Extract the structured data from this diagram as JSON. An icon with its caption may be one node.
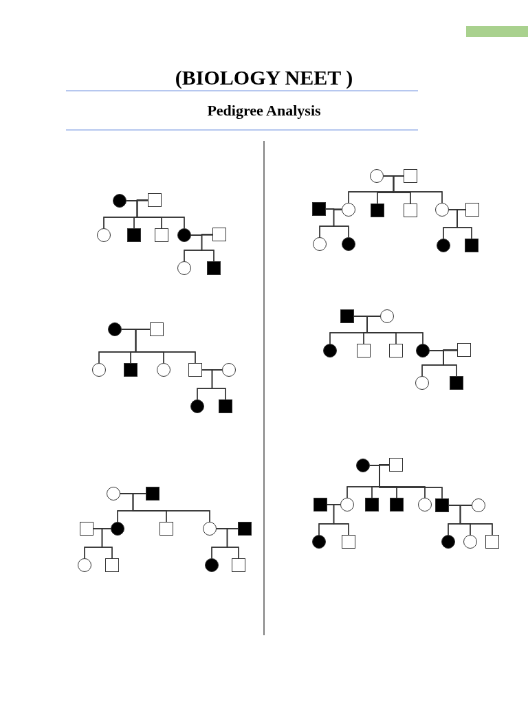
{
  "diagram": {
    "title": "(BIOLOGY NEET )",
    "labels": [
      "Pedigree Analysis"
    ],
    "nodes": [
      {
        "text": [],
        "shape": "disc"
      },
      {
        "text": [],
        "shape": "box"
      },
      {
        "text": [],
        "shape": "circle"
      },
      {
        "text": [],
        "shape": "block"
      },
      {
        "text": [],
        "shape": "box"
      },
      {
        "text": [],
        "shape": "disc"
      },
      {
        "text": [],
        "shape": "box"
      },
      {
        "text": [],
        "shape": "circle"
      },
      {
        "text": [],
        "shape": "block"
      },
      {
        "text": [],
        "shape": "disc"
      },
      {
        "text": [],
        "shape": "box"
      },
      {
        "text": [],
        "shape": "circle"
      },
      {
        "text": [],
        "shape": "block"
      },
      {
        "text": [],
        "shape": "circle"
      },
      {
        "text": [],
        "shape": "box"
      },
      {
        "text": [],
        "shape": "circle"
      },
      {
        "text": [],
        "shape": "disc"
      },
      {
        "text": [],
        "shape": "block"
      },
      {
        "text": [],
        "shape": "circle"
      },
      {
        "text": [],
        "shape": "block"
      },
      {
        "text": [],
        "shape": "box"
      },
      {
        "text": [],
        "shape": "disc"
      },
      {
        "text": [],
        "shape": "box"
      },
      {
        "text": [],
        "shape": "circle"
      },
      {
        "text": [],
        "shape": "block"
      },
      {
        "text": [],
        "shape": "circle"
      },
      {
        "text": [],
        "shape": "box"
      },
      {
        "text": [],
        "shape": "disc"
      },
      {
        "text": [],
        "shape": "box"
      },
      {
        "text": [],
        "shape": "circle"
      },
      {
        "text": [],
        "shape": "box"
      },
      {
        "text": [],
        "shape": "block"
      },
      {
        "text": [],
        "shape": "circle"
      },
      {
        "text": [],
        "shape": "block"
      },
      {
        "text": [],
        "shape": "box"
      },
      {
        "text": [],
        "shape": "circle"
      },
      {
        "text": [],
        "shape": "box"
      },
      {
        "text": [],
        "shape": "circle"
      },
      {
        "text": [],
        "shape": "disc"
      },
      {
        "text": [],
        "shape": "disc"
      },
      {
        "text": [],
        "shape": "block"
      },
      {
        "text": [],
        "shape": "block"
      },
      {
        "text": [],
        "shape": "circle"
      },
      {
        "text": [],
        "shape": "disc"
      },
      {
        "text": [],
        "shape": "box"
      },
      {
        "text": [],
        "shape": "box"
      },
      {
        "text": [],
        "shape": "disc"
      },
      {
        "text": [],
        "shape": "box"
      },
      {
        "text": [],
        "shape": "circle"
      },
      {
        "text": [],
        "shape": "block"
      },
      {
        "text": [],
        "shape": "disc"
      },
      {
        "text": [],
        "shape": "box"
      },
      {
        "text": [],
        "shape": "block"
      },
      {
        "text": [],
        "shape": "circle"
      },
      {
        "text": [],
        "shape": "block"
      },
      {
        "text": [],
        "shape": "block"
      },
      {
        "text": [],
        "shape": "circle"
      },
      {
        "text": [],
        "shape": "block"
      },
      {
        "text": [],
        "shape": "circle"
      },
      {
        "text": [],
        "shape": "disc"
      },
      {
        "text": [],
        "shape": "box"
      },
      {
        "text": [],
        "shape": "disc"
      },
      {
        "text": [],
        "shape": "circle"
      },
      {
        "text": [],
        "shape": "box"
      }
    ],
    "edges": [
      {
        "from": 0,
        "to": 1,
        "arrow": "none"
      },
      {
        "from": 0,
        "to": 2,
        "arrow": "none"
      },
      {
        "from": 1,
        "to": 2,
        "arrow": "none"
      },
      {
        "from": 0,
        "to": 3,
        "arrow": "none"
      },
      {
        "from": 1,
        "to": 3,
        "arrow": "none"
      },
      {
        "from": 0,
        "to": 4,
        "arrow": "none"
      },
      {
        "from": 1,
        "to": 4,
        "arrow": "none"
      },
      {
        "from": 0,
        "to": 5,
        "arrow": "none"
      },
      {
        "from": 1,
        "to": 5,
        "arrow": "none"
      },
      {
        "from": 5,
        "to": 6,
        "arrow": "none"
      },
      {
        "from": 5,
        "to": 7,
        "arrow": "none"
      },
      {
        "from": 6,
        "to": 7,
        "arrow": "none"
      },
      {
        "from": 5,
        "to": 8,
        "arrow": "none"
      },
      {
        "from": 6,
        "to": 8,
        "arrow": "none"
      },
      {
        "from": 9,
        "to": 10,
        "arrow": "none"
      },
      {
        "from": 9,
        "to": 11,
        "arrow": "none"
      },
      {
        "from": 10,
        "to": 11,
        "arrow": "none"
      },
      {
        "from": 9,
        "to": 12,
        "arrow": "none"
      },
      {
        "from": 10,
        "to": 12,
        "arrow": "none"
      },
      {
        "from": 9,
        "to": 13,
        "arrow": "none"
      },
      {
        "from": 10,
        "to": 13,
        "arrow": "none"
      },
      {
        "from": 9,
        "to": 14,
        "arrow": "none"
      },
      {
        "from": 10,
        "to": 14,
        "arrow": "none"
      },
      {
        "from": 14,
        "to": 15,
        "arrow": "none"
      },
      {
        "from": 14,
        "to": 16,
        "arrow": "none"
      },
      {
        "from": 15,
        "to": 16,
        "arrow": "none"
      },
      {
        "from": 14,
        "to": 17,
        "arrow": "none"
      },
      {
        "from": 15,
        "to": 17,
        "arrow": "none"
      },
      {
        "from": 18,
        "to": 19,
        "arrow": "none"
      },
      {
        "from": 18,
        "to": 21,
        "arrow": "none"
      },
      {
        "from": 19,
        "to": 21,
        "arrow": "none"
      },
      {
        "from": 18,
        "to": 22,
        "arrow": "none"
      },
      {
        "from": 19,
        "to": 22,
        "arrow": "none"
      },
      {
        "from": 18,
        "to": 23,
        "arrow": "none"
      },
      {
        "from": 19,
        "to": 23,
        "arrow": "none"
      },
      {
        "from": 20,
        "to": 21,
        "arrow": "none"
      },
      {
        "from": 23,
        "to": 24,
        "arrow": "none"
      },
      {
        "from": 20,
        "to": 25,
        "arrow": "none"
      },
      {
        "from": 21,
        "to": 25,
        "arrow": "none"
      },
      {
        "from": 20,
        "to": 26,
        "arrow": "none"
      },
      {
        "from": 21,
        "to": 26,
        "arrow": "none"
      },
      {
        "from": 23,
        "to": 27,
        "arrow": "none"
      },
      {
        "from": 24,
        "to": 27,
        "arrow": "none"
      },
      {
        "from": 23,
        "to": 28,
        "arrow": "none"
      },
      {
        "from": 24,
        "to": 28,
        "arrow": "none"
      },
      {
        "from": 29,
        "to": 30,
        "arrow": "none"
      },
      {
        "from": 29,
        "to": 32,
        "arrow": "none"
      },
      {
        "from": 30,
        "to": 32,
        "arrow": "none"
      },
      {
        "from": 29,
        "to": 33,
        "arrow": "none"
      },
      {
        "from": 30,
        "to": 33,
        "arrow": "none"
      },
      {
        "from": 29,
        "to": 34,
        "arrow": "none"
      },
      {
        "from": 30,
        "to": 34,
        "arrow": "none"
      },
      {
        "from": 29,
        "to": 35,
        "arrow": "none"
      },
      {
        "from": 30,
        "to": 35,
        "arrow": "none"
      },
      {
        "from": 31,
        "to": 32,
        "arrow": "none"
      },
      {
        "from": 35,
        "to": 36,
        "arrow": "none"
      },
      {
        "from": 31,
        "to": 37,
        "arrow": "none"
      },
      {
        "from": 32,
        "to": 37,
        "arrow": "none"
      },
      {
        "from": 31,
        "to": 38,
        "arrow": "none"
      },
      {
        "from": 32,
        "to": 38,
        "arrow": "none"
      },
      {
        "from": 35,
        "to": 39,
        "arrow": "none"
      },
      {
        "from": 36,
        "to": 39,
        "arrow": "none"
      },
      {
        "from": 35,
        "to": 40,
        "arrow": "none"
      },
      {
        "from": 36,
        "to": 40,
        "arrow": "none"
      },
      {
        "from": 41,
        "to": 42,
        "arrow": "none"
      },
      {
        "from": 41,
        "to": 43,
        "arrow": "none"
      },
      {
        "from": 42,
        "to": 43,
        "arrow": "none"
      },
      {
        "from": 41,
        "to": 44,
        "arrow": "none"
      },
      {
        "from": 42,
        "to": 44,
        "arrow": "none"
      },
      {
        "from": 41,
        "to": 45,
        "arrow": "none"
      },
      {
        "from": 42,
        "to": 45,
        "arrow": "none"
      },
      {
        "from": 41,
        "to": 46,
        "arrow": "none"
      },
      {
        "from": 42,
        "to": 46,
        "arrow": "none"
      },
      {
        "from": 46,
        "to": 47,
        "arrow": "none"
      },
      {
        "from": 46,
        "to": 48,
        "arrow": "none"
      },
      {
        "from": 47,
        "to": 48,
        "arrow": "none"
      },
      {
        "from": 46,
        "to": 49,
        "arrow": "none"
      },
      {
        "from": 47,
        "to": 49,
        "arrow": "none"
      },
      {
        "from": 50,
        "to": 51,
        "arrow": "none"
      },
      {
        "from": 50,
        "to": 53,
        "arrow": "none"
      },
      {
        "from": 51,
        "to": 53,
        "arrow": "none"
      },
      {
        "from": 50,
        "to": 54,
        "arrow": "none"
      },
      {
        "from": 51,
        "to": 54,
        "arrow": "none"
      },
      {
        "from": 50,
        "to": 55,
        "arrow": "none"
      },
      {
        "from": 51,
        "to": 55,
        "arrow": "none"
      },
      {
        "from": 50,
        "to": 56,
        "arrow": "none"
      },
      {
        "from": 51,
        "to": 56,
        "arrow": "none"
      },
      {
        "from": 50,
        "to": 57,
        "arrow": "none"
      },
      {
        "from": 51,
        "to": 57,
        "arrow": "none"
      },
      {
        "from": 52,
        "to": 53,
        "arrow": "none"
      },
      {
        "from": 57,
        "to": 58,
        "arrow": "none"
      },
      {
        "from": 52,
        "to": 59,
        "arrow": "none"
      },
      {
        "from": 53,
        "to": 59,
        "arrow": "none"
      },
      {
        "from": 52,
        "to": 60,
        "arrow": "none"
      },
      {
        "from": 53,
        "to": 60,
        "arrow": "none"
      },
      {
        "from": 57,
        "to": 61,
        "arrow": "none"
      },
      {
        "from": 58,
        "to": 61,
        "arrow": "none"
      },
      {
        "from": 57,
        "to": 62,
        "arrow": "none"
      },
      {
        "from": 58,
        "to": 62,
        "arrow": "none"
      },
      {
        "from": 57,
        "to": 63,
        "arrow": "none"
      },
      {
        "from": 58,
        "to": 63,
        "arrow": "none"
      }
    ]
  }
}
